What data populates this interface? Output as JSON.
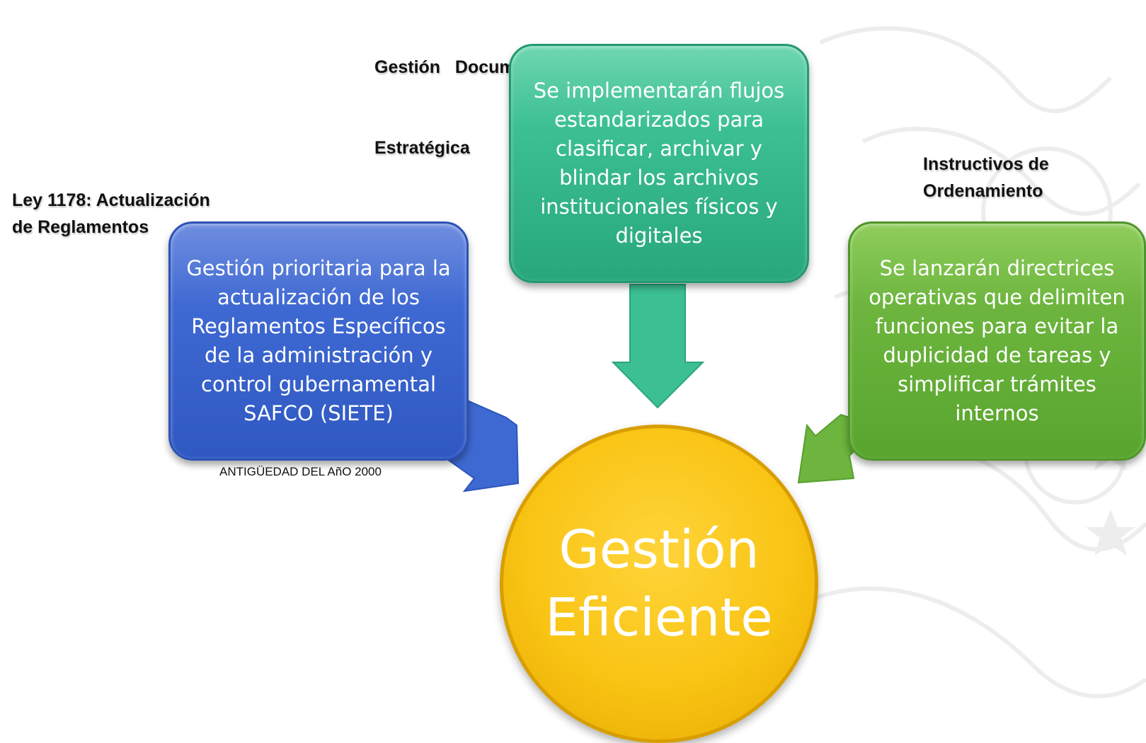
{
  "headings": {
    "left": [
      "Ley 1178: Actualización",
      "de Reglamentos"
    ],
    "center": [
      "Gestión   Documental",
      "Estratégica"
    ],
    "right": [
      "Instructivos de",
      "Ordenamiento"
    ]
  },
  "boxes": {
    "left": {
      "color": "#3f69d2",
      "lines": [
        "Gestión prioritaria para la",
        "actualización de los",
        "Reglamentos Específicos",
        "de la administración y",
        "control gubernamental",
        "SAFCO (SIETE)"
      ]
    },
    "center": {
      "color": "#3bbf93",
      "lines": [
        "Se implementarán flujos",
        "estandarizados para",
        "clasificar, archivar y",
        "blindar los archivos",
        "institucionales físicos y",
        "digitales"
      ]
    },
    "right": {
      "color": "#6db53e",
      "lines": [
        "Se lanzarán directrices",
        "operativas que delimiten",
        "funciones para evitar la",
        "duplicidad de tareas y",
        "simplificar trámites",
        "internos"
      ]
    }
  },
  "note": "ANTIGÜEDAD DEL AñO 2000",
  "center_circle": {
    "color": "#f9c414",
    "lines": [
      "Gestión",
      "Eficiente"
    ]
  }
}
